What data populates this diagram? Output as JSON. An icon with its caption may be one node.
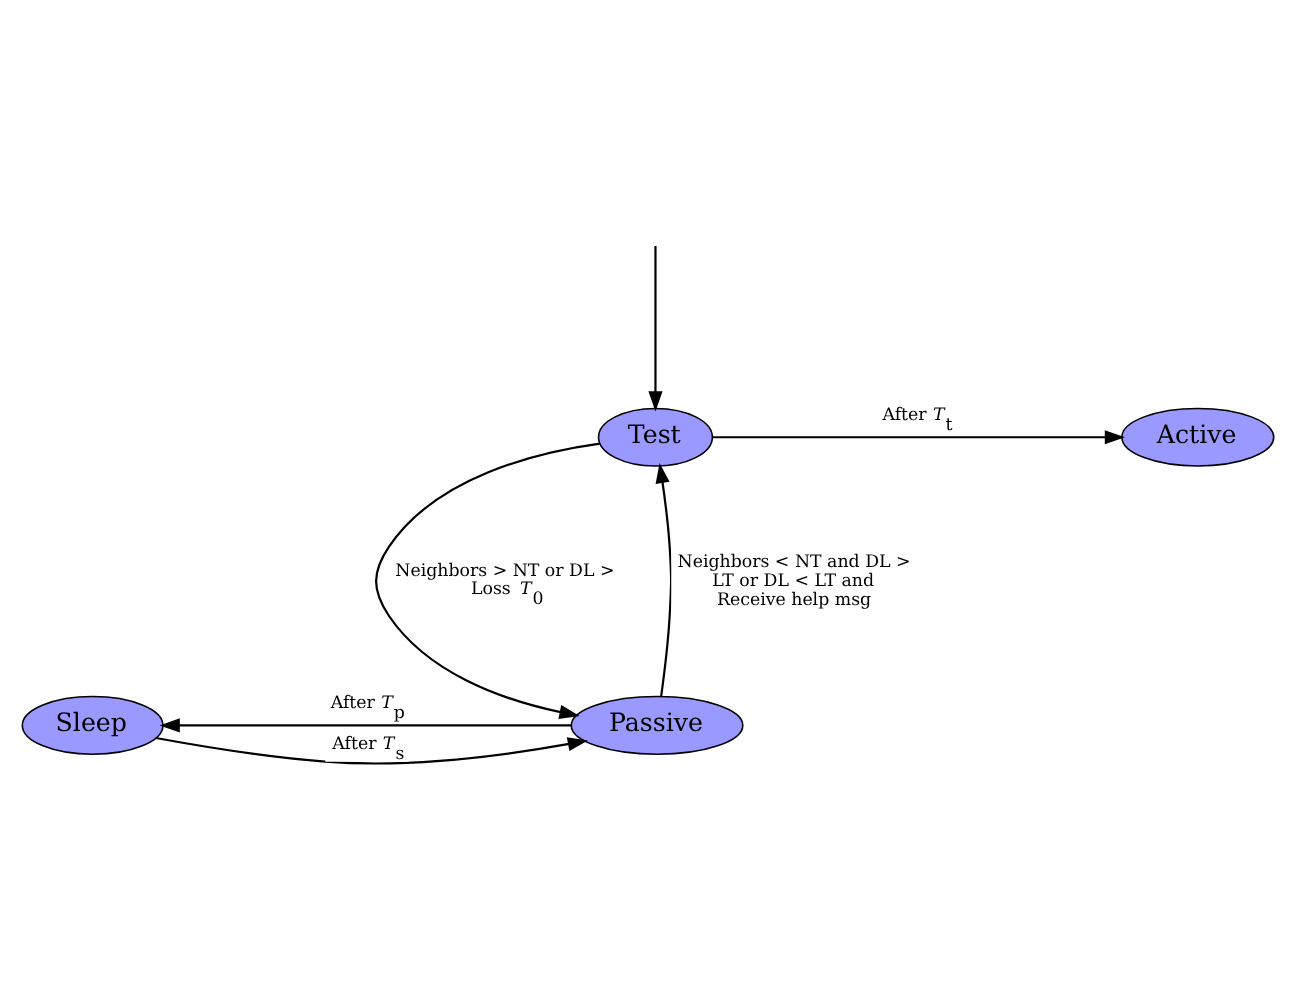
{
  "diagram": {
    "nodes": [
      {
        "text": [
          "Test"
        ]
      },
      {
        "text": [
          "Active"
        ]
      },
      {
        "text": [
          "Passive"
        ]
      },
      {
        "text": [
          "Sleep"
        ]
      }
    ],
    "edges": [
      {
        "from": null,
        "to": 0,
        "arrow": "to"
      },
      {
        "from": 0,
        "to": 1,
        "arrow": "to",
        "label": "After *T*$_{t}$"
      },
      {
        "from": 0,
        "to": 2,
        "arrow": "to",
        "label": "Neighbors > NT or DL > Loss *T*$_{0}$"
      },
      {
        "from": 2,
        "to": 0,
        "arrow": "to",
        "label": "Neighbors < NT and DL > LT or DL < LT and Receive help msg"
      },
      {
        "from": 3,
        "to": 2,
        "arrow": "to",
        "label": "After *T*$_{s}$"
      },
      {
        "from": 2,
        "to": 3,
        "arrow": "to",
        "label": "After *T*$_{p}$"
      }
    ]
  }
}
